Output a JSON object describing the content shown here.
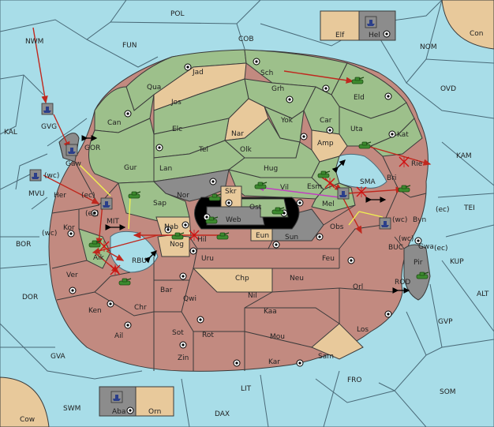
{
  "sea_labels": {
    "POL": "POL",
    "NWM": "NWM",
    "FUN": "FUN",
    "COB": "COB",
    "NOM": "NOM",
    "OVD": "OVD",
    "KAL": "KAL",
    "KAM": "KAM",
    "TEI": "TEI",
    "BOR": "BOR",
    "KUP": "KUP",
    "DOR": "DOR",
    "ALT": "ALT",
    "GVP": "GVP",
    "GVA": "GVA",
    "SOM": "SOM",
    "FRO": "FRO",
    "LIT": "LIT",
    "SWM": "SWM",
    "DAX": "DAX",
    "MIT": "MIT",
    "RBU": "RBU",
    "SMA": "SMA",
    "GOR": "GOR",
    "MVU": "MVU",
    "GVG": "GVG",
    "BUC": "BUC",
    "ROD": "ROD"
  },
  "land_labels": {
    "Jad": "Jad",
    "Sch": "Sch",
    "Qua": "Qua",
    "Jos": "Jos",
    "Grh": "Grh",
    "Eld": "Eld",
    "Can": "Can",
    "Yok": "Yok",
    "Car": "Car",
    "Uta": "Uta",
    "Elc": "Elc",
    "Nar": "Nar",
    "Kat": "Kat",
    "Amp": "Amp",
    "Tel": "Tel",
    "Olk": "Olk",
    "Rie": "Rie",
    "Gur": "Gur",
    "Lan": "Lan",
    "Hug": "Hug",
    "Bri": "Bri",
    "Gaw": "Gaw",
    "Esm": "Esm",
    "Nor": "Nor",
    "Skr": "Skr",
    "Vil": "Vil",
    "Her": "Her",
    "Sap": "Sap",
    "Ost": "Ost",
    "Mel": "Mel",
    "Web": "Web",
    "Byn": "Byn",
    "Kor": "Kor",
    "Nab": "Nab",
    "Obs": "Obs",
    "Gwa": "Gwa",
    "Eun": "Eun",
    "Sun": "Sun",
    "Nog": "Nog",
    "Hil": "Hil",
    "Aik": "Aik",
    "Pir": "Pir",
    "Uru": "Uru",
    "Feu": "Feu",
    "Ver": "Ver",
    "Bar": "Bar",
    "Chp": "Chp",
    "Neu": "Neu",
    "Orl": "Orl",
    "Qwi": "Qwi",
    "Nil": "Nil",
    "Ken": "Ken",
    "Chr": "Chr",
    "Kaa": "Kaa",
    "Los": "Los",
    "Ail": "Ail",
    "Sot": "Sot",
    "Rot": "Rot",
    "Mou": "Mou",
    "Sam": "Sam",
    "Zin": "Zin",
    "Kar": "Kar"
  },
  "corner_labels": {
    "Con": "Con",
    "Cow": "Cow",
    "Elf": "Elf",
    "Hel": "Hel",
    "Aba": "Aba",
    "Orn": "Orn"
  },
  "coast_labels": {
    "ec": "(ec)",
    "wc": "(wc)"
  },
  "colors": {
    "sea": "#a8dde8",
    "green": "#9dc08b",
    "red": "#c28a80",
    "tan": "#e8c99b",
    "gray": "#8c8c8c",
    "move_arrow": "#c0281e",
    "support_line": "#f0f050",
    "convoy_line": "#c040c0"
  },
  "icons": [
    "army-tank-icon",
    "fleet-ship-icon",
    "supply-center-icon",
    "hold-cross-icon",
    "double-arrow-icon"
  ]
}
